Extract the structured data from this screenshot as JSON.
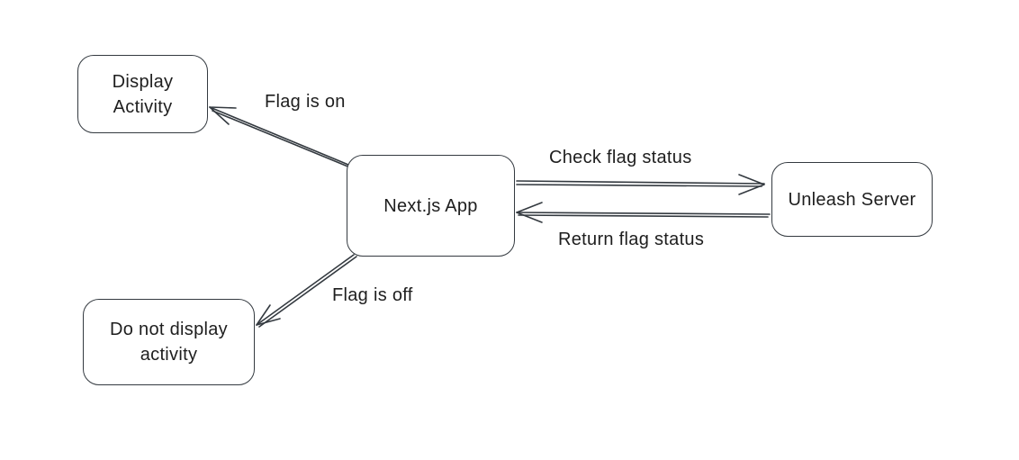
{
  "canvas": {
    "background_color": "#ffffff",
    "stroke_color": "#343a40",
    "text_color": "#1e1e1e"
  },
  "nodes": [
    {
      "id": "display-activity",
      "label": "Display\nActivity"
    },
    {
      "id": "nextjs-app",
      "label": "Next.js App"
    },
    {
      "id": "unleash-server",
      "label": "Unleash Server"
    },
    {
      "id": "do-not-display-activity",
      "label": "Do not display\nactivity"
    }
  ],
  "edges": [
    {
      "id": "flag-on",
      "label": "Flag is on",
      "from": "nextjs-app",
      "to": "display-activity"
    },
    {
      "id": "check-flag-status",
      "label": "Check flag status",
      "from": "nextjs-app",
      "to": "unleash-server"
    },
    {
      "id": "return-flag-status",
      "label": "Return flag status",
      "from": "unleash-server",
      "to": "nextjs-app"
    },
    {
      "id": "flag-off",
      "label": "Flag is off",
      "from": "nextjs-app",
      "to": "do-not-display-activity"
    }
  ]
}
